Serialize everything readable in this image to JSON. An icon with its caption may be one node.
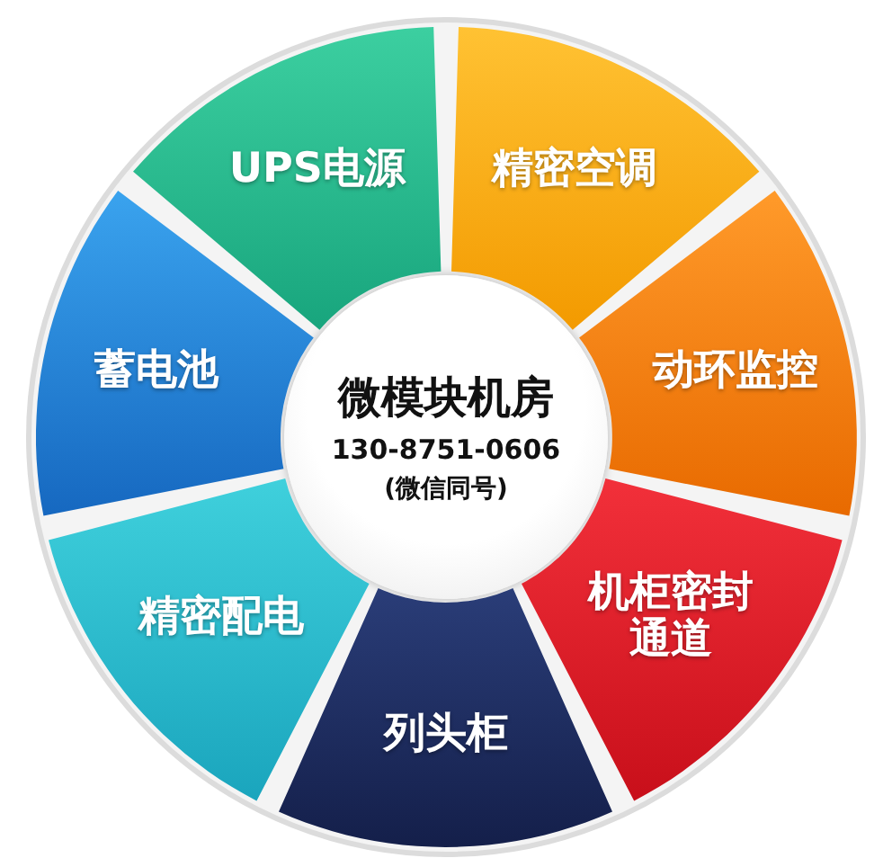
{
  "diagram": {
    "nodes": [
      {
        "text": [
          "微模块机房",
          "130-8751-0606",
          "(微信同号)"
        ]
      },
      {
        "text": [
          "精密空调"
        ]
      },
      {
        "text": [
          "动环监控"
        ]
      },
      {
        "text": [
          "机柜密封通道"
        ]
      },
      {
        "text": [
          "列头柜"
        ]
      },
      {
        "text": [
          "精密配电"
        ]
      },
      {
        "text": [
          "蓄电池"
        ]
      },
      {
        "text": [
          "UPS电源"
        ]
      }
    ]
  }
}
